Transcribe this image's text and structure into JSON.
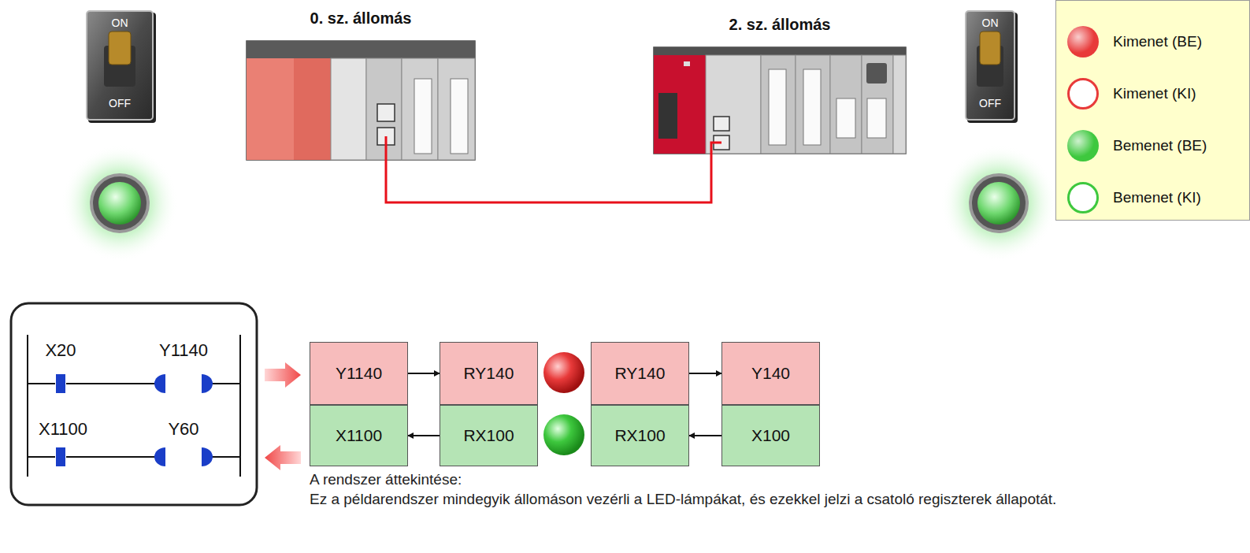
{
  "diagram": {
    "nodes": [
      {
        "text": [
          "0. sz. állomás"
        ]
      },
      {
        "text": [
          "2. sz. állomás"
        ]
      },
      {
        "text": [
          "Y1140"
        ]
      },
      {
        "text": [
          "RY140"
        ]
      },
      {
        "text": [
          "RY140"
        ]
      },
      {
        "text": [
          "Y140"
        ]
      },
      {
        "text": [
          "X1100"
        ]
      },
      {
        "text": [
          "RX100"
        ]
      },
      {
        "text": [
          "RX100"
        ]
      },
      {
        "text": [
          "X100"
        ]
      }
    ],
    "edges": [
      {
        "from": 0,
        "to": 1,
        "arrow": "none"
      },
      {
        "from": 2,
        "to": 3,
        "arrow": "to"
      },
      {
        "from": 4,
        "to": 5,
        "arrow": "to"
      },
      {
        "from": 7,
        "to": 6,
        "arrow": "to"
      },
      {
        "from": 9,
        "to": 8,
        "arrow": "to"
      }
    ],
    "labels": [
      "ON",
      "OFF",
      "ON",
      "OFF",
      "X20",
      "Y1140",
      "X1100",
      "Y60",
      "A rendszer áttekintése:",
      "Ez a példarendszer mindegyik állomáson vezérli a LED-lámpákat, és ezekkel jelzi a csatoló regiszterek állapotát."
    ],
    "legend": [
      {
        "text": "Kimenet (BE)",
        "color": "#e83a3a"
      },
      {
        "text": "Kimenet (KI)"
      },
      {
        "text": "Bemenet (BE)",
        "color": "#3ec83e"
      },
      {
        "text": "Bemenet (KI)"
      }
    ]
  }
}
